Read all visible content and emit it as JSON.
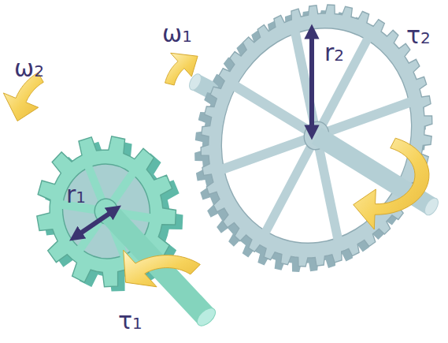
{
  "diagram": {
    "labels": [
      "ω1",
      "ω2",
      "r2",
      "τ2",
      "r1",
      "τ1"
    ]
  }
}
